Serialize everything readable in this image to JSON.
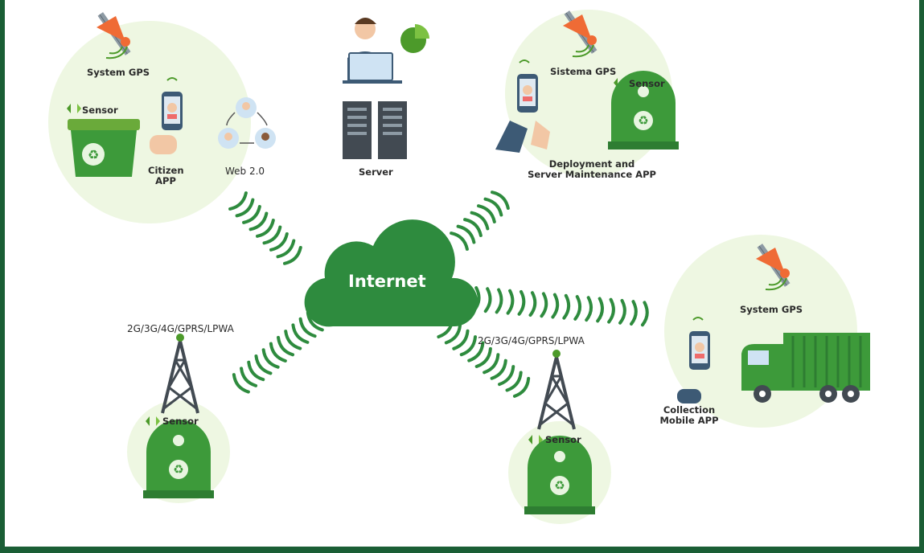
{
  "hub": {
    "label": "Internet"
  },
  "nodes": {
    "citizen": {
      "gps_label": "System GPS",
      "sensor_label": "Sensor",
      "app_label_1": "Citizen",
      "app_label_2": "APP",
      "web_label": "Web 2.0"
    },
    "server": {
      "label": "Server"
    },
    "deployment": {
      "gps_label": "Sistema GPS",
      "sensor_label": "Sensor",
      "app_label_1": "Deployment and",
      "app_label_2": "Server Maintenance APP"
    },
    "collection": {
      "gps_label": "System GPS",
      "app_label_1": "Collection",
      "app_label_2": "Mobile APP"
    },
    "tower_left": {
      "network_label": "2G/3G/4G/GPRS/LPWA",
      "sensor_label": "Sensor"
    },
    "tower_right": {
      "network_label": "2G/3G/4G/GPRS/LPWA",
      "sensor_label": "Sensor"
    }
  },
  "colors": {
    "brand_green": "#2e8b3e",
    "light_green": "#7cc142",
    "circle_fill": "#eef7e2",
    "satellite_orange": "#ef6b35"
  }
}
